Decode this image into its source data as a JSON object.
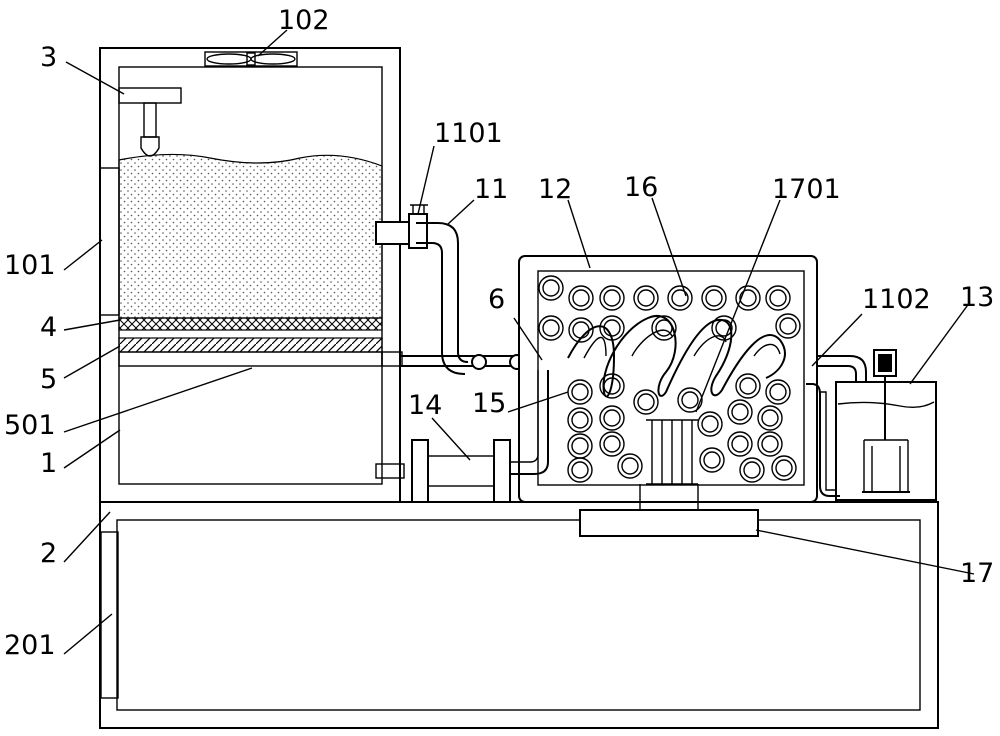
{
  "labels": {
    "l102": "102",
    "l3": "3",
    "l1101": "1101",
    "l11": "11",
    "l12": "12",
    "l16": "16",
    "l1701": "1701",
    "l101": "101",
    "l6": "6",
    "l1102": "1102",
    "l13": "13",
    "l4": "4",
    "l5": "5",
    "l501": "501",
    "l14": "14",
    "l15": "15",
    "l1": "1",
    "l2": "2",
    "l17": "17",
    "l201": "201"
  }
}
